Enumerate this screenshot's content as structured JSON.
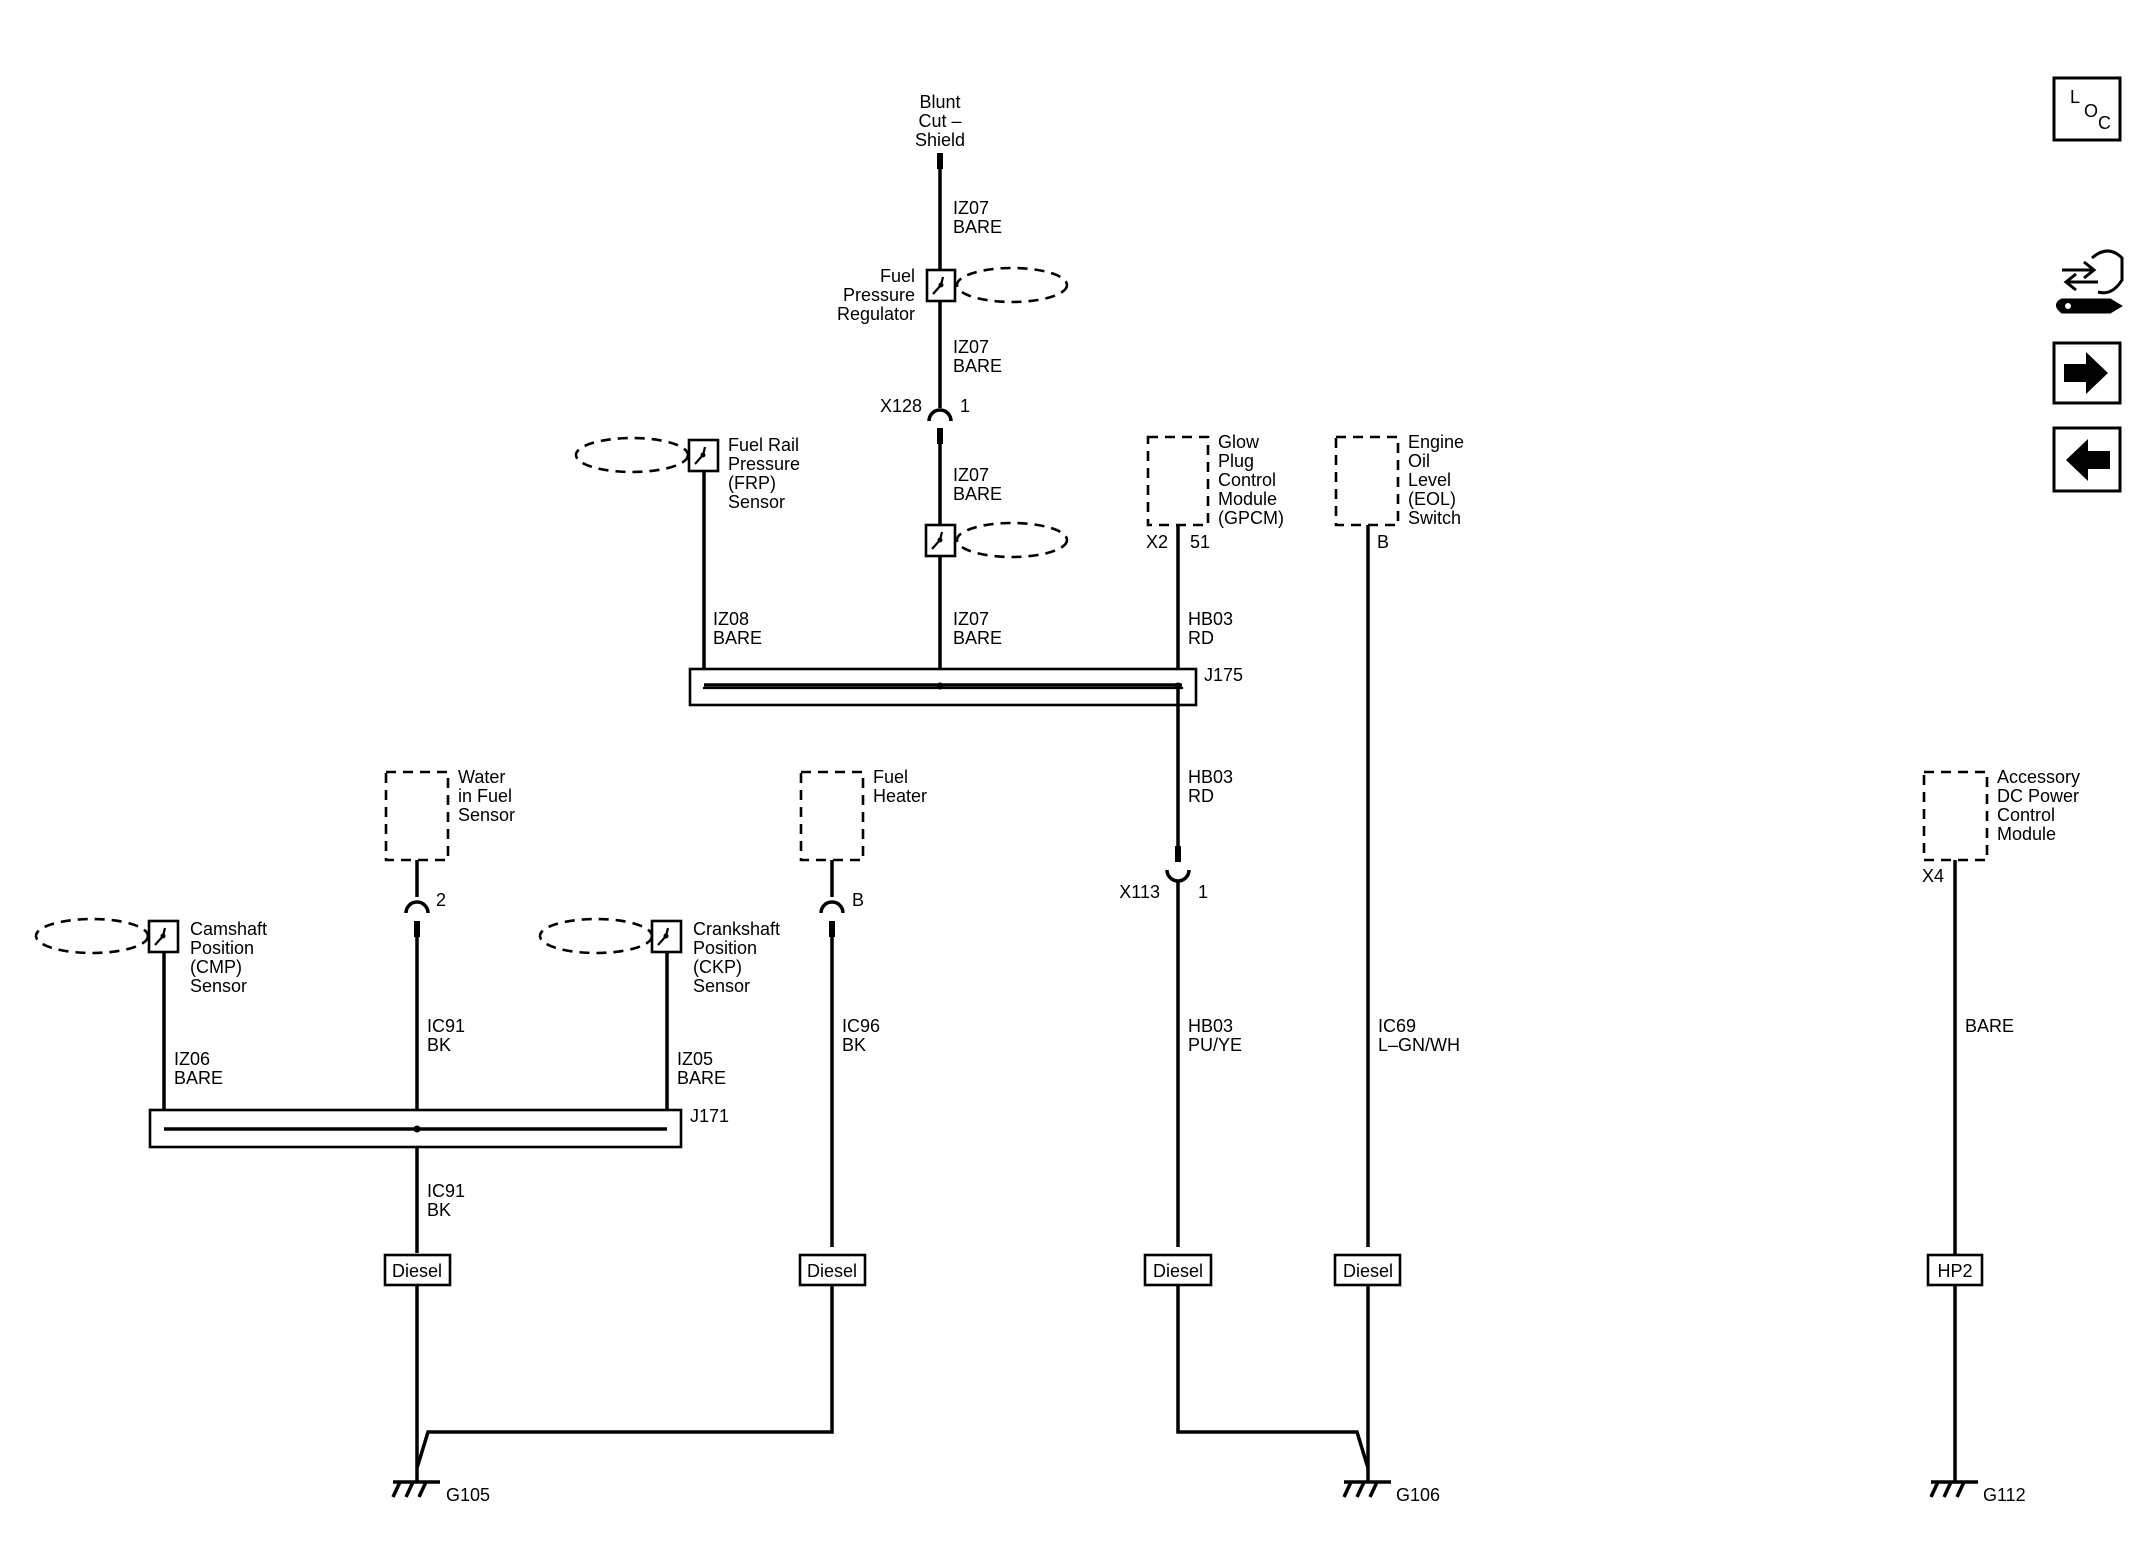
{
  "wires": {
    "iz07": "IZ07",
    "iz08": "IZ08",
    "iz06": "IZ06",
    "iz05": "IZ05",
    "bare": "BARE",
    "hb03": "HB03",
    "rd": "RD",
    "pu_ye": "PU/YE",
    "ic91": "IC91",
    "ic96": "IC96",
    "bk": "BK",
    "ic69": "IC69",
    "lgn_wh": "L–GN/WH"
  },
  "components": {
    "blunt_cut": [
      "Blunt",
      "Cut –",
      "Shield"
    ],
    "fuel_pressure_regulator": [
      "Fuel",
      "Pressure",
      "Regulator"
    ],
    "frp_sensor": [
      "Fuel Rail",
      "Pressure",
      "(FRP)",
      "Sensor"
    ],
    "gpcm": [
      "Glow",
      "Plug",
      "Control",
      "Module",
      "(GPCM)"
    ],
    "eol_switch": [
      "Engine",
      "Oil",
      "Level",
      "(EOL)",
      "Switch"
    ],
    "water_in_fuel": [
      "Water",
      "in Fuel",
      "Sensor"
    ],
    "fuel_heater": [
      "Fuel",
      "Heater"
    ],
    "cmp_sensor": [
      "Camshaft",
      "Position",
      "(CMP)",
      "Sensor"
    ],
    "ckp_sensor": [
      "Crankshaft",
      "Position",
      "(CKP)",
      "Sensor"
    ],
    "accessory_dc": [
      "Accessory",
      "DC Power",
      "Control",
      "Module"
    ]
  },
  "connectors": {
    "x128": "X128",
    "x128_pin": "1",
    "x113": "X113",
    "x113_pin": "1",
    "gpcm_conn": "X2",
    "gpcm_pin": "51",
    "eol_pin": "B",
    "wif_pin": "2",
    "heater_pin": "B",
    "acc_conn": "X4"
  },
  "splices": {
    "j175": "J175",
    "j171": "J171"
  },
  "options": {
    "diesel": "Diesel",
    "hp2": "HP2"
  },
  "grounds": {
    "g105": "G105",
    "g106": "G106",
    "g112": "G112"
  },
  "nav": {
    "loc_l": "L",
    "loc_o": "O",
    "loc_c": "C"
  }
}
